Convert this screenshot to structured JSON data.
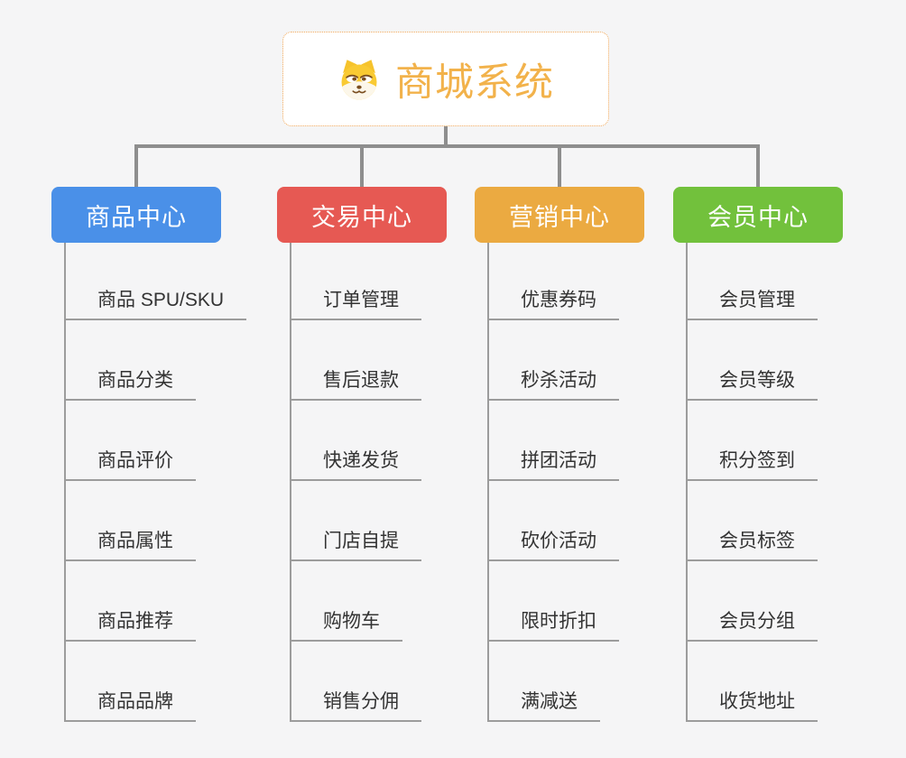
{
  "root": {
    "title": "商城系统",
    "icon": "dog-face-icon"
  },
  "branches": [
    {
      "label": "商品中心",
      "color": "#4a90e8",
      "items": [
        "商品 SPU/SKU",
        "商品分类",
        "商品评价",
        "商品属性",
        "商品推荐",
        "商品品牌"
      ]
    },
    {
      "label": "交易中心",
      "color": "#e65953",
      "items": [
        "订单管理",
        "售后退款",
        "快递发货",
        "门店自提",
        "购物车",
        "销售分佣"
      ]
    },
    {
      "label": "营销中心",
      "color": "#ebaa41",
      "items": [
        "优惠券码",
        "秒杀活动",
        "拼团活动",
        "砍价活动",
        "限时折扣",
        "满减送"
      ]
    },
    {
      "label": "会员中心",
      "color": "#72c13c",
      "items": [
        "会员管理",
        "会员等级",
        "积分签到",
        "会员标签",
        "会员分组",
        "收货地址"
      ]
    }
  ],
  "colors": {
    "background": "#f5f5f6",
    "connector": "#8e8e8e",
    "leaf_line": "#9c9c9c",
    "leaf_text": "#333333",
    "root_text": "#f2b24b",
    "root_border": "#f0a85a"
  }
}
